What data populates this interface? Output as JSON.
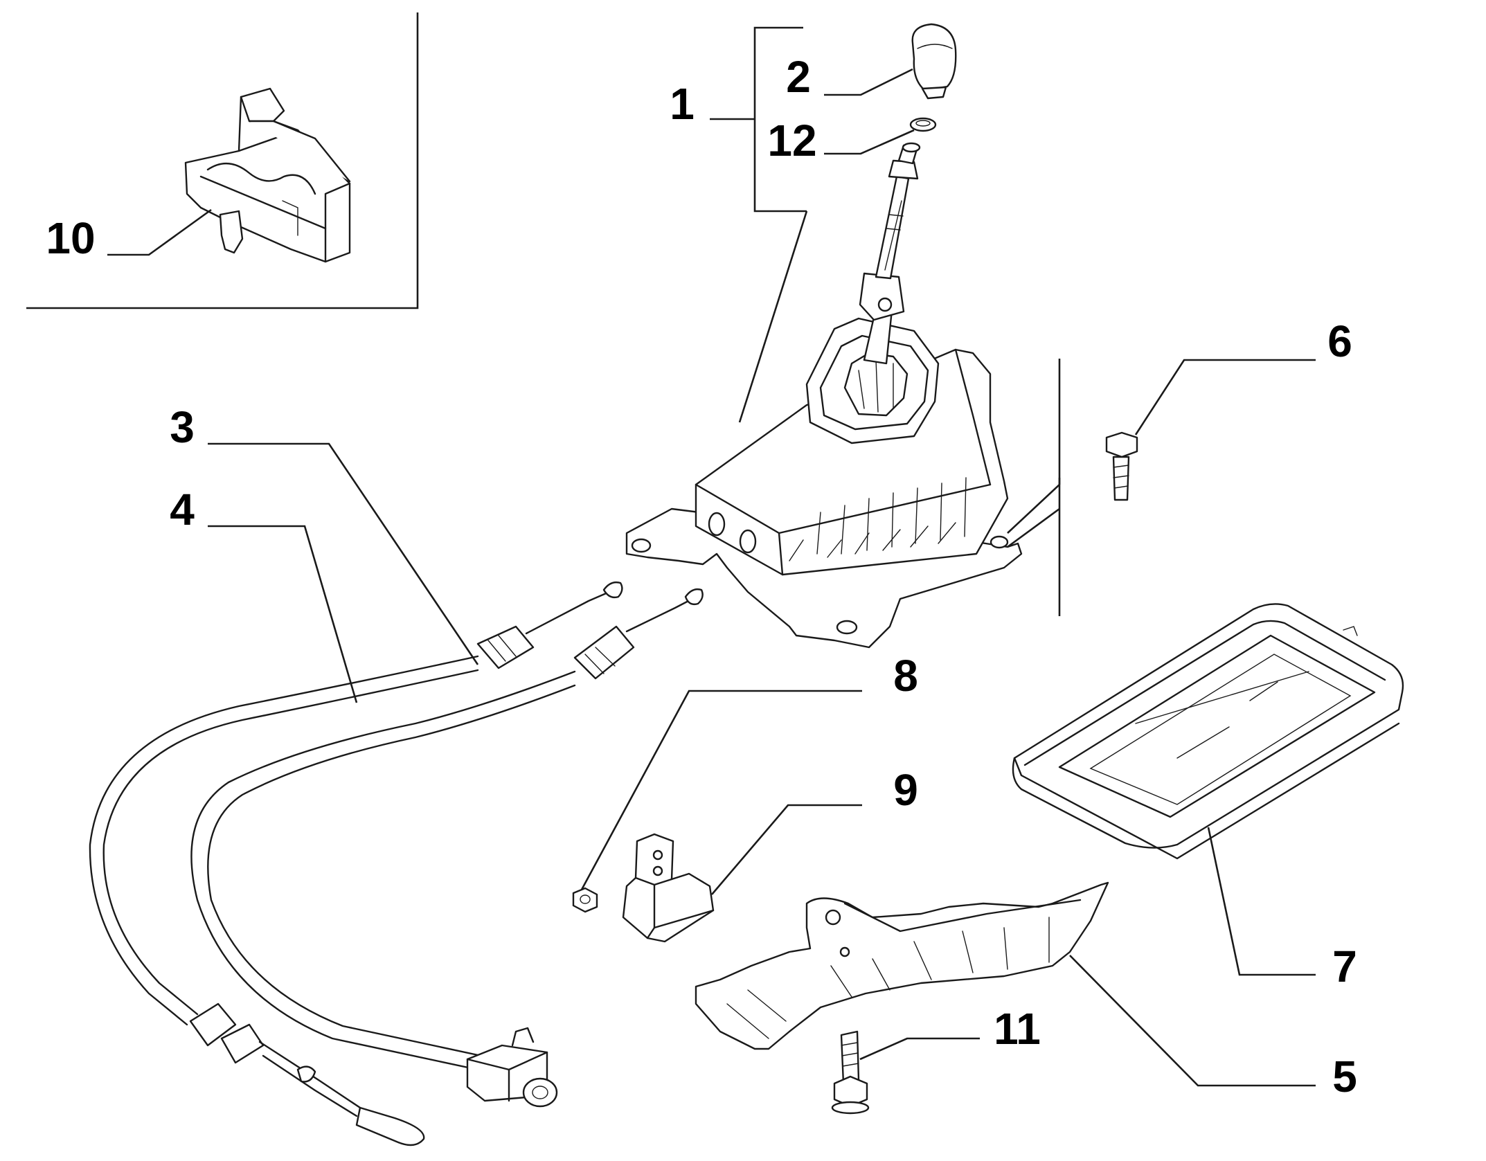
{
  "callouts": [
    {
      "id": "1",
      "text": "1"
    },
    {
      "id": "2",
      "text": "2"
    },
    {
      "id": "3",
      "text": "3"
    },
    {
      "id": "4",
      "text": "4"
    },
    {
      "id": "5",
      "text": "5"
    },
    {
      "id": "6",
      "text": "6"
    },
    {
      "id": "7",
      "text": "7"
    },
    {
      "id": "8",
      "text": "8"
    },
    {
      "id": "9",
      "text": "9"
    },
    {
      "id": "10",
      "text": "10"
    },
    {
      "id": "11",
      "text": "11"
    },
    {
      "id": "12",
      "text": "12"
    }
  ],
  "colors": {
    "line": "#1a1a1a",
    "background": "#ffffff",
    "text": "#000000"
  }
}
